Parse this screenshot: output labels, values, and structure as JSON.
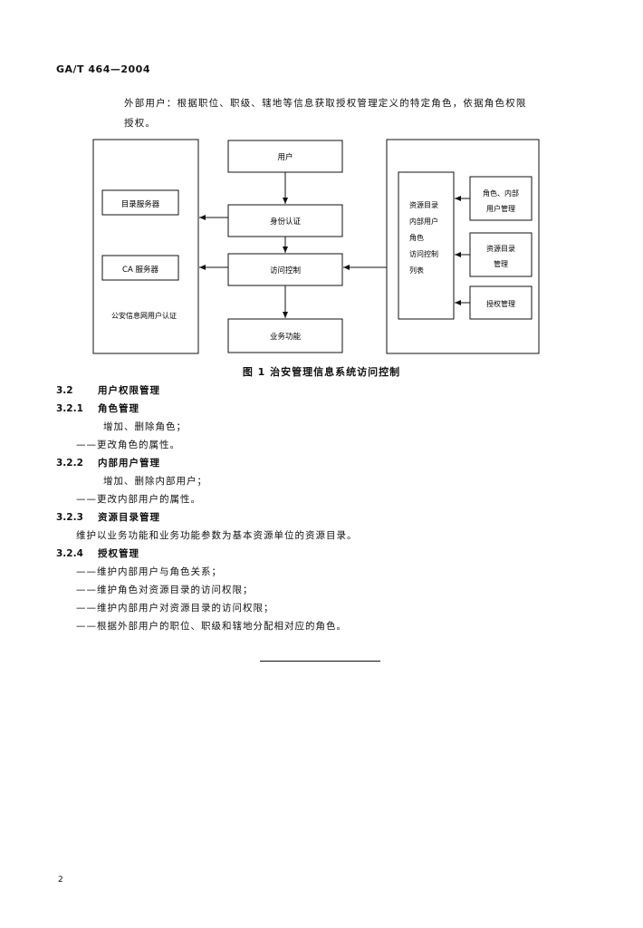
{
  "header": {
    "code": "GA/T 464—2004"
  },
  "intro": {
    "line1": "外部用户：根据职位、职级、辖地等信息获取授权管理定义的特定角色，依据角色权限",
    "line2": "授权。"
  },
  "diagram": {
    "left_box_1": "目录服务器",
    "left_box_2": "CA 服务器",
    "left_container_label": "公安信息网用户认证",
    "center_box_1": "用户",
    "center_box_2": "身份认证",
    "center_box_3": "访问控制",
    "center_box_4": "业务功能",
    "right_list_lines": [
      "资源目录",
      "内部用户",
      "角色",
      "访问控制",
      "列表"
    ],
    "right_box_1_lines": [
      "角色、内部",
      "用户管理"
    ],
    "right_box_2_lines": [
      "资源目录",
      "管理"
    ],
    "right_box_3": "授权管理"
  },
  "figure_caption": "图 1   治安管理信息系统访问控制",
  "sections": [
    {
      "num": "3.2",
      "title": "用户权限管理"
    },
    {
      "num": "3.2.1",
      "title": "角色管理"
    },
    {
      "num": "3.2.2",
      "title": "内部用户管理"
    },
    {
      "num": "3.2.3",
      "title": "资源目录管理"
    },
    {
      "num": "3.2.4",
      "title": "授权管理"
    }
  ],
  "items": {
    "s321_a": "增加、删除角色；",
    "s321_b": "——更改角色的属性。",
    "s322_a": "增加、删除内部用户；",
    "s322_b": "——更改内部用户的属性。",
    "s323_a": "维护以业务功能和业务功能参数为基本资源单位的资源目录。",
    "s324_a": "——维护内部用户与角色关系；",
    "s324_b": "——维护角色对资源目录的访问权限；",
    "s324_c": "——维护内部用户对资源目录的访问权限；",
    "s324_d": "——根据外部用户的职位、职级和辖地分配相对应的角色。"
  },
  "page_number": "2"
}
